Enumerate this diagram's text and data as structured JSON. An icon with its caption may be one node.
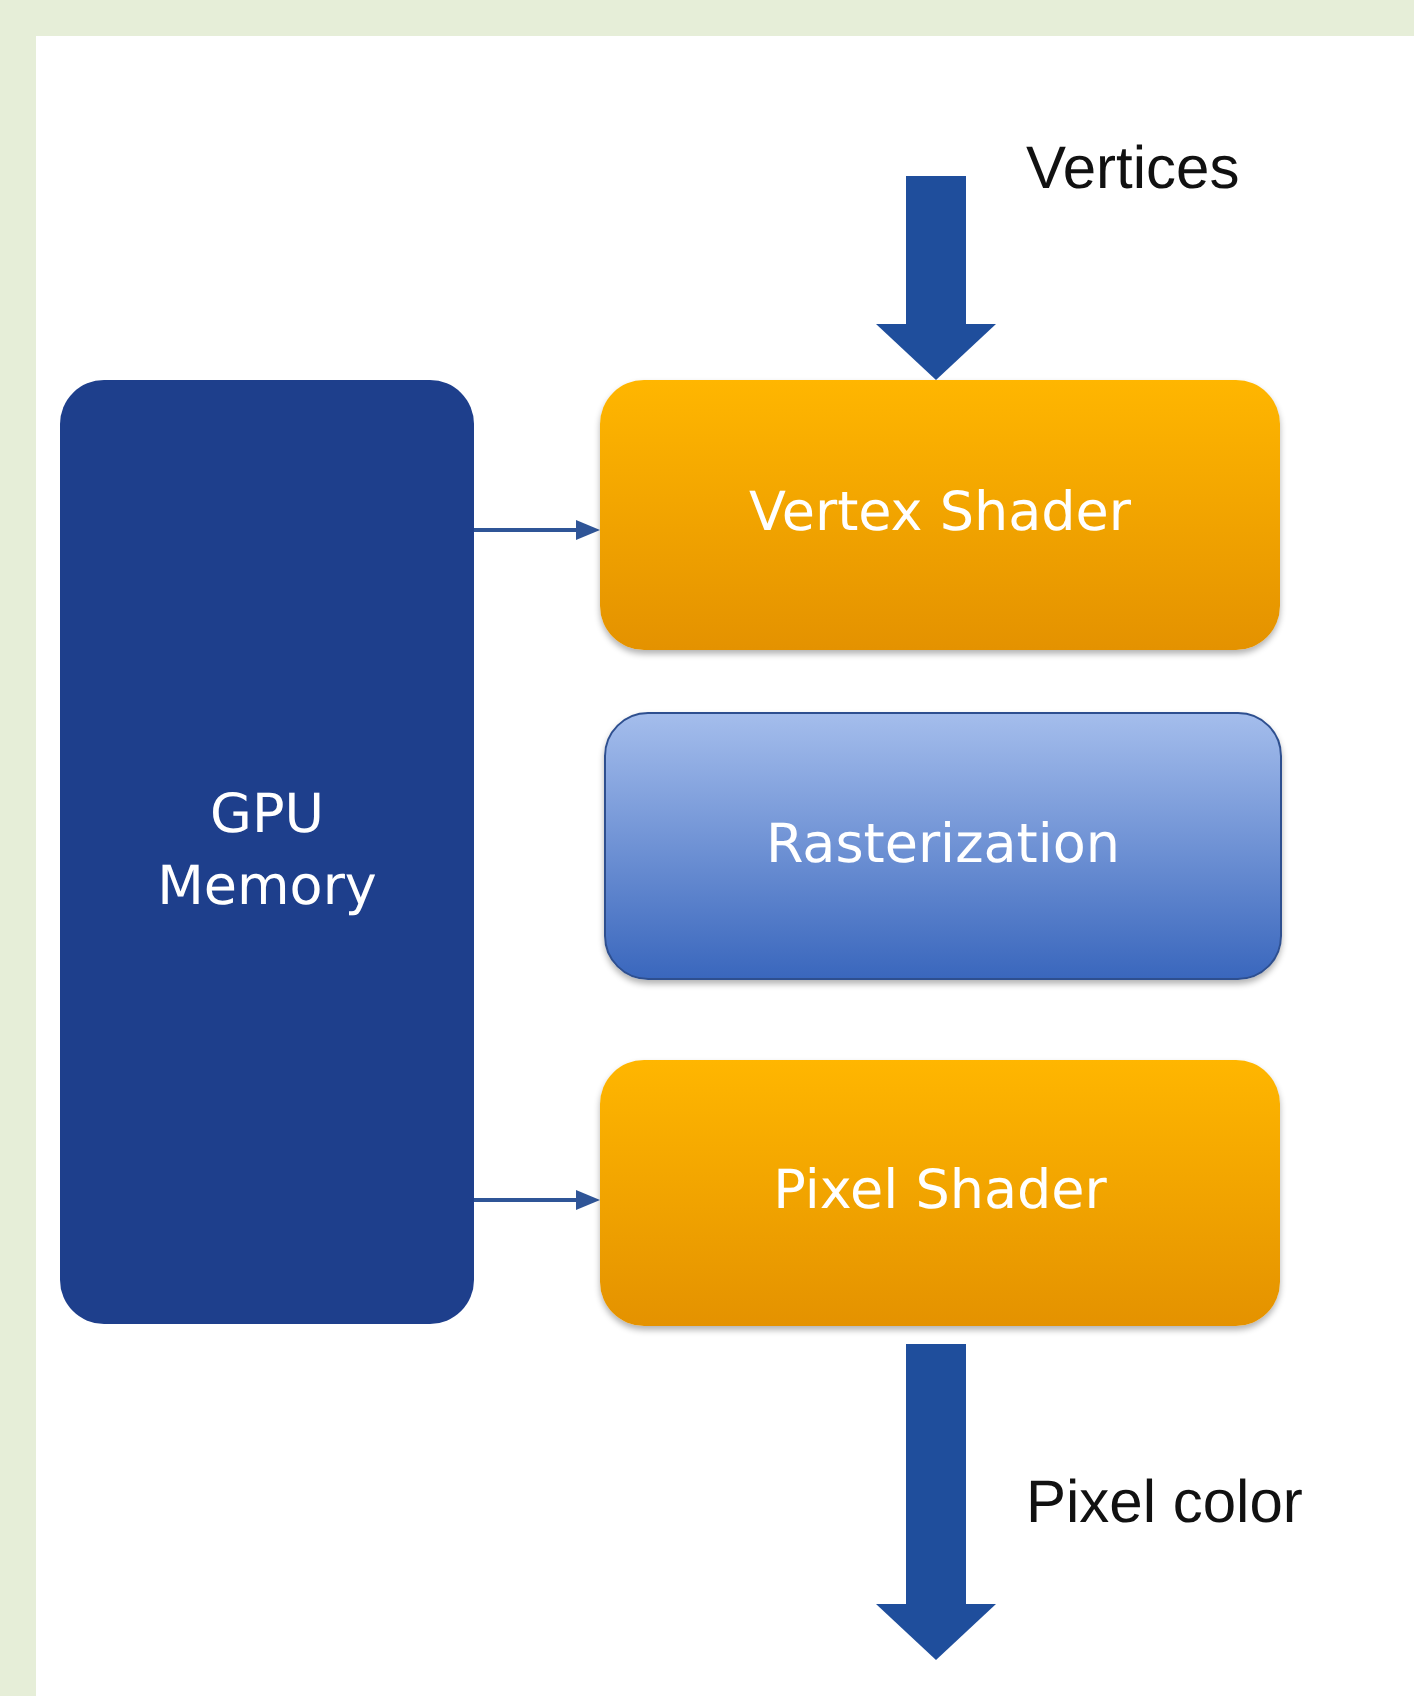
{
  "diagram": {
    "nodes": [
      {
        "text": [
          "GPU Memory"
        ]
      },
      {
        "text": [
          "Vertex Shader"
        ]
      },
      {
        "text": [
          "Rasterization"
        ]
      },
      {
        "text": [
          "Pixel Shader"
        ]
      }
    ],
    "edges": [
      {
        "from": null,
        "to": 1,
        "arrow": "to",
        "label": "Vertices",
        "style": "thick"
      },
      {
        "from": 0,
        "to": 1,
        "arrow": "to"
      },
      {
        "from": 0,
        "to": 3,
        "arrow": "to"
      },
      {
        "from": 3,
        "to": null,
        "arrow": "to",
        "label": "Pixel color",
        "style": "thick"
      }
    ]
  }
}
